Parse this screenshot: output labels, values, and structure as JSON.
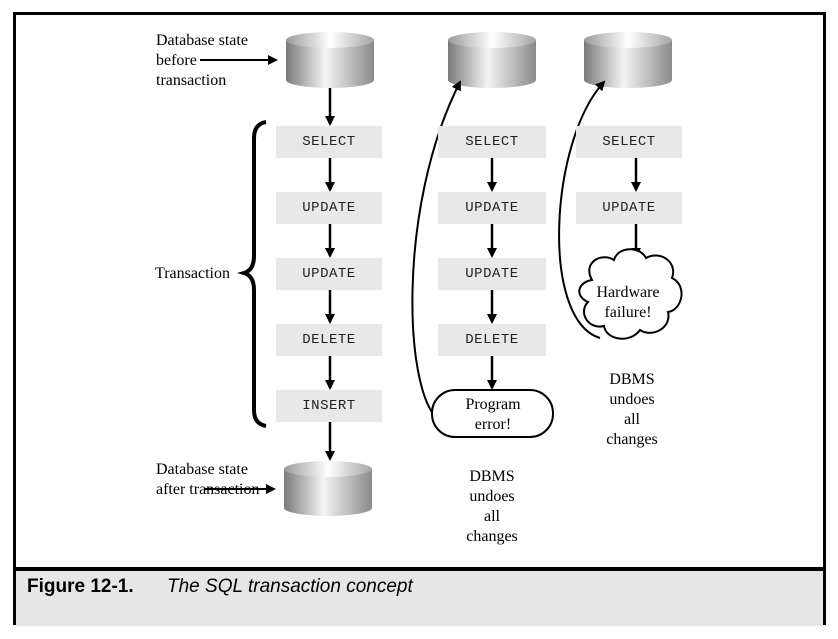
{
  "diagram": {
    "db_before_label": "Database state before transaction",
    "db_after_label": "Database state after transaction",
    "transaction_label": "Transaction",
    "column1_steps": [
      "SELECT",
      "UPDATE",
      "UPDATE",
      "DELETE",
      "INSERT"
    ],
    "column2_steps": [
      "SELECT",
      "UPDATE",
      "UPDATE",
      "DELETE"
    ],
    "column3_steps": [
      "SELECT",
      "UPDATE"
    ],
    "program_error_label": "Program error!",
    "hardware_failure_label": "Hardware failure!",
    "dbms_undo_label_1": "DBMS undoes all changes",
    "dbms_undo_label_2": "DBMS undoes all changes"
  },
  "caption": {
    "figure_label": "Figure 12-1.",
    "figure_title": "The SQL transaction concept"
  }
}
